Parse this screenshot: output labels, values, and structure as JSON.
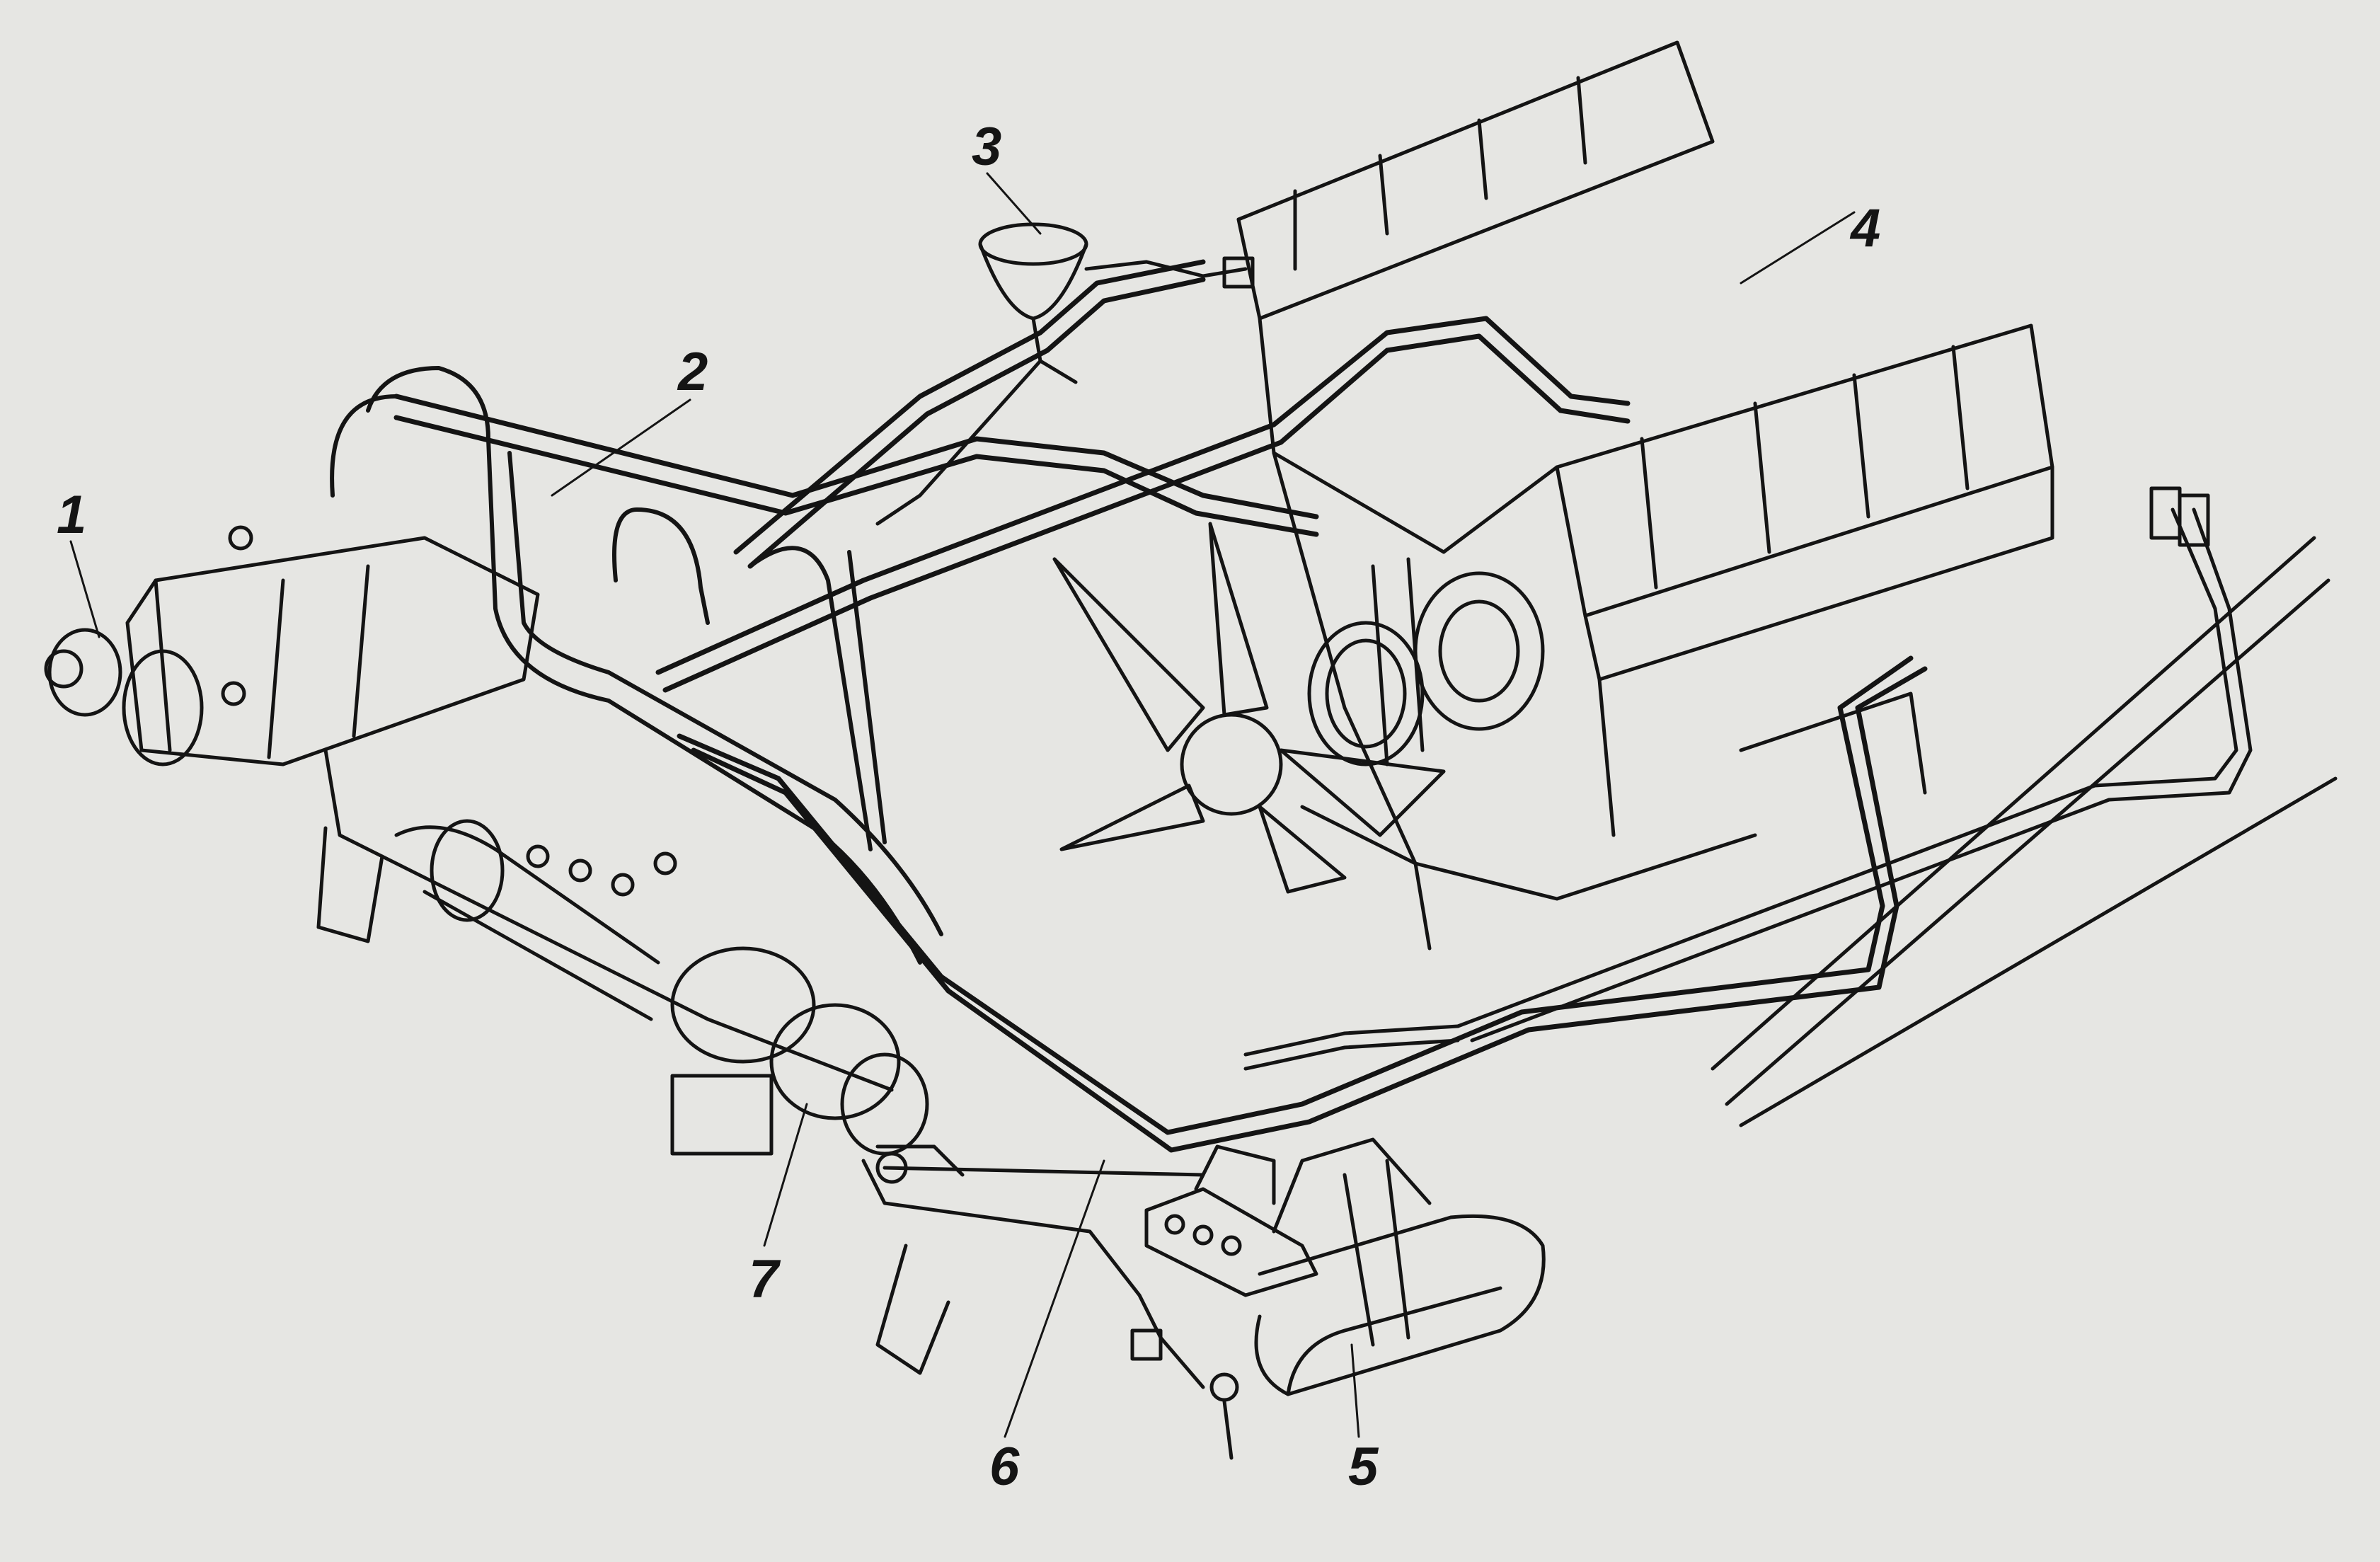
{
  "figure": {
    "labels": [
      {
        "id": "1",
        "text": "1"
      },
      {
        "id": "2",
        "text": "2"
      },
      {
        "id": "3",
        "text": "3"
      },
      {
        "id": "4",
        "text": "4"
      },
      {
        "id": "5",
        "text": "5"
      },
      {
        "id": "6",
        "text": "6"
      },
      {
        "id": "7",
        "text": "7"
      }
    ]
  },
  "colors": {
    "paper": "#e6e6e3",
    "ink": "#141414"
  }
}
